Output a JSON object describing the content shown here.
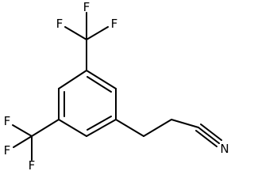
{
  "molecule": {
    "atoms": {
      "cf3_top_f1": "F",
      "cf3_top_f2": "F",
      "cf3_top_f3": "F",
      "cf3_left_f1": "F",
      "cf3_left_f2": "F",
      "cf3_left_f3": "F",
      "nitrile_n": "N"
    }
  }
}
